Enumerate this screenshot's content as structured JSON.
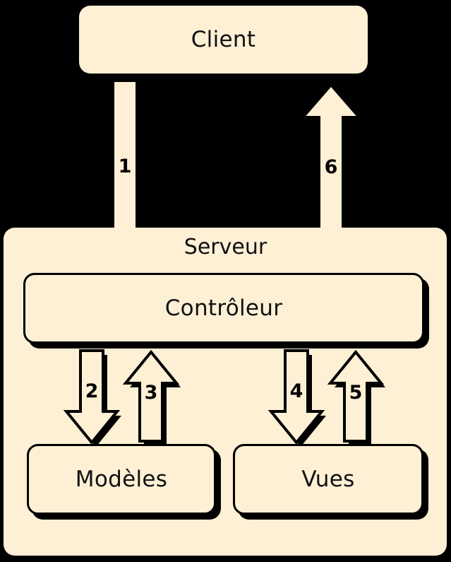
{
  "diagram": {
    "title_node": "Client",
    "container": {
      "label": "Serveur"
    },
    "nodes": {
      "client": "Client",
      "controleur": "Contrôleur",
      "modeles": "Modèles",
      "vues": "Vues"
    },
    "arrows": [
      {
        "id": "arrow-1",
        "label": "1",
        "direction": "down",
        "from": "Client",
        "to": "Contrôleur"
      },
      {
        "id": "arrow-2",
        "label": "2",
        "direction": "down",
        "from": "Contrôleur",
        "to": "Modèles"
      },
      {
        "id": "arrow-3",
        "label": "3",
        "direction": "up",
        "from": "Modèles",
        "to": "Contrôleur"
      },
      {
        "id": "arrow-4",
        "label": "4",
        "direction": "down",
        "from": "Contrôleur",
        "to": "Vues"
      },
      {
        "id": "arrow-5",
        "label": "5",
        "direction": "up",
        "from": "Vues",
        "to": "Contrôleur"
      },
      {
        "id": "arrow-6",
        "label": "6",
        "direction": "up",
        "from": "Contrôleur",
        "to": "Client"
      }
    ],
    "colors": {
      "background": "#000000",
      "node_fill": "#FDF0D5",
      "stroke": "#000000",
      "text": "#111111"
    }
  }
}
